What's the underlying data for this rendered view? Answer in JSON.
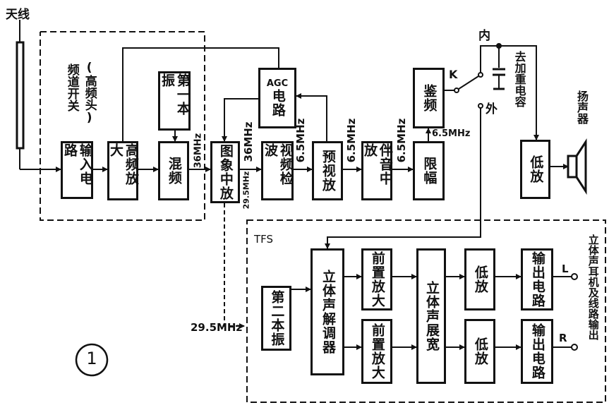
{
  "labels": {
    "antenna": "天线",
    "tuner": "频道开关",
    "tuner_sub": "(高频头)",
    "speaker": "扬声器",
    "inner": "内",
    "outer": "外",
    "switch_k": "K",
    "remove_cap": "去加重电容",
    "tfs": "TFS",
    "stereo_out": "立体声耳机及线路输出",
    "left": "L",
    "right": "R",
    "figure_number": "1"
  },
  "frequencies": {
    "f36_mix": "36MHz",
    "f36_if": "36MHz",
    "f295_if": "29.5MHz",
    "f65_a": "6.5MHz",
    "f65_b": "6.5MHz",
    "f65_c": "6.5MHz",
    "f65_d": "6.5MHz",
    "f295_osc": "29.5MHz"
  },
  "blocks": {
    "input": "输入电路",
    "rf_amp": "高频放大",
    "local_osc1": "第一本振",
    "mixer": "混频",
    "agc_top": "AGC",
    "agc_bottom": "电路",
    "image_if": "图象中放",
    "video_det": "视频检波",
    "pre_video": "预视放",
    "sound_if": "伴音中放",
    "discriminator": "鉴频",
    "limiter": "限幅",
    "lf_amp": "低放",
    "local_osc2": "第二本振",
    "stereo_demod": "立体声解调器",
    "preamp_l": "前置放大",
    "preamp_r": "前置放大",
    "stereo_expand": "立体声展宽",
    "lf_l": "低放",
    "lf_r": "低放",
    "out_l": "输出电路",
    "out_r": "输出电路"
  },
  "colors": {
    "ink": "#111111",
    "paper": "#ffffff"
  }
}
